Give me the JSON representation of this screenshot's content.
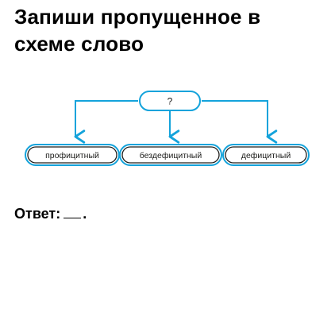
{
  "task": {
    "title": "Запиши пропущенное в схеме слово"
  },
  "diagram": {
    "root_label": "?",
    "children": [
      {
        "label": "профицитный"
      },
      {
        "label": "бездефицитный"
      },
      {
        "label": "дефицитный"
      }
    ],
    "colors": {
      "accent": "#14a3db",
      "box_border": "#1d1d1b",
      "text": "#1d1d1b"
    }
  },
  "answer": {
    "label": "Ответ:",
    "end_mark": "."
  }
}
